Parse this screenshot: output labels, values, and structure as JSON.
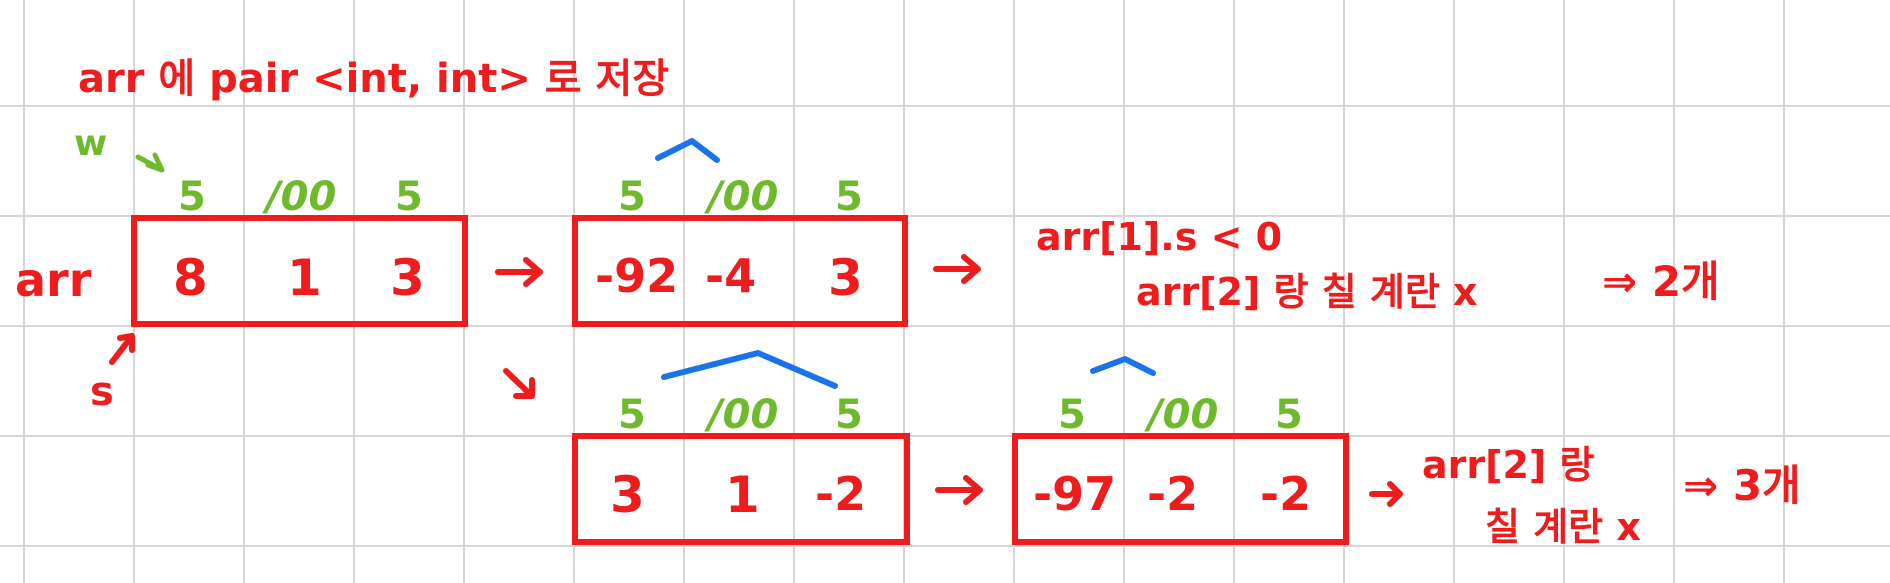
{
  "header": {
    "note": "arr 에  pair <int, int> 로 저장"
  },
  "labels": {
    "arr": "arr",
    "w": "w",
    "s": "s"
  },
  "weights": [
    "5",
    "/00",
    "5"
  ],
  "boxes": {
    "initial": [
      "8",
      "1",
      "3"
    ],
    "step1": [
      "-92",
      "-4",
      "3"
    ],
    "step2": [
      "3",
      "1",
      "-2"
    ],
    "step3": [
      "-97",
      "-2",
      "-2"
    ]
  },
  "notes": {
    "cond": "arr[1].s < 0",
    "skip": "arr[2] 랑 칠 계란 x",
    "skip_a": "arr[2] 랑",
    "skip_b": "칠 계란 x",
    "result1": "⇒ 2개",
    "result2": "⇒ 3개"
  },
  "colors": {
    "ink_red": "#ee1c1c",
    "ink_green": "#6fba2c",
    "ink_blue": "#1a73e8",
    "grid": "#d6d6d6"
  }
}
